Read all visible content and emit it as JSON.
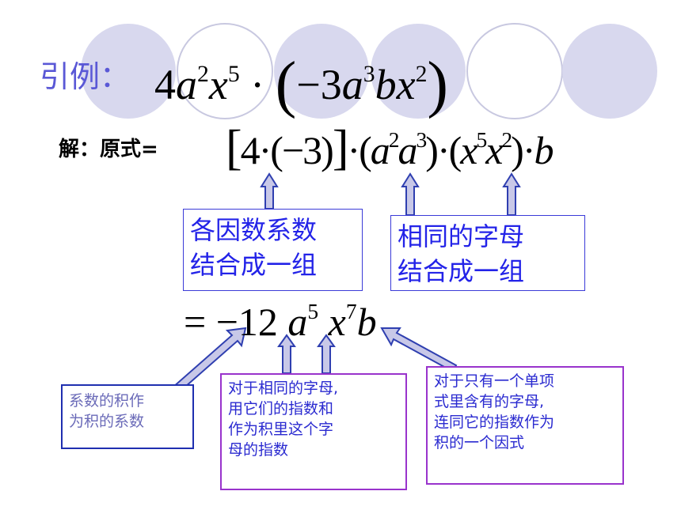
{
  "heading": "引例：",
  "expression": {
    "coef1": "4",
    "var_a": "a",
    "exp_2": "2",
    "var_x": "x",
    "exp_5": "5",
    "dot": "·",
    "lparen": "(",
    "neg3": "−3",
    "exp_3": "3",
    "var_b": "b",
    "rparen": ")"
  },
  "solution_label": "解：原式=",
  "step1": {
    "lbracket": "[",
    "inner": "4·(−3)",
    "rbracket": "]",
    "dot": "·",
    "lp": "(",
    "a": "a",
    "e2": "2",
    "e3": "3",
    "rp": ")",
    "x": "x",
    "e5": "5",
    "b": "b"
  },
  "result": {
    "eq": "=",
    "coef": "−12",
    "a": "a",
    "e5": "5",
    "x": "x",
    "e7": "7",
    "b": "b"
  },
  "boxes": {
    "coefficients": [
      "各因数系数",
      "结合成一组"
    ],
    "letters": [
      "相同的字母",
      "结合成一组"
    ],
    "product_coef": [
      "系数的积作",
      "为积的系数"
    ],
    "same_letter": [
      "对于相同的字母,",
      "用它们的指数和",
      "作为积里这个字",
      "母的指数"
    ],
    "single_letter": [
      "对于只有一个单项",
      "式里含有的字母,",
      "连同它的指数作为",
      "积的一个因式"
    ]
  },
  "colors": {
    "heading": "#5a58d6",
    "circle_fill": "#d8d8ee",
    "box_text": "#2323e8",
    "purple_border": "#9933cc",
    "arrow_fill": "#c8c8e8",
    "arrow_stroke": "#2f3fb0"
  }
}
